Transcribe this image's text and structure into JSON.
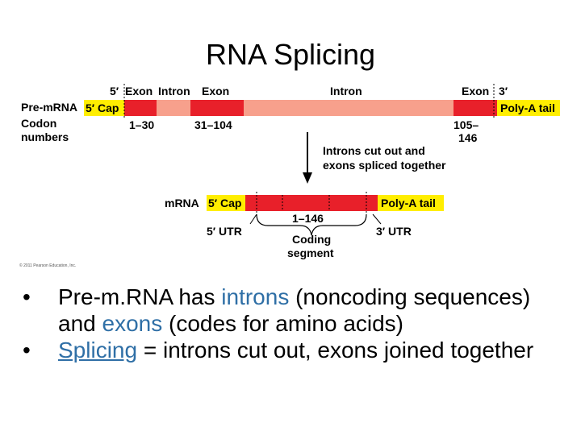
{
  "slide": {
    "title": "RNA Splicing"
  },
  "figure": {
    "pre_mrna": {
      "row_label": "Pre-mRNA",
      "codon_label_line1": "Codon",
      "codon_label_line2": "numbers",
      "five_prime_label": "5′",
      "three_prime_label": "3′",
      "top_labels": [
        "Exon",
        "Intron",
        "Exon",
        "Intron",
        "Exon"
      ],
      "cap": "5′ Cap",
      "tail": "Poly-A tail",
      "codon_numbers": [
        "1–30",
        "31–104",
        "105–",
        "146"
      ]
    },
    "arrow_caption_line1": "Introns cut out and",
    "arrow_caption_line2": "exons spliced together",
    "mrna": {
      "row_label": "mRNA",
      "cap": "5′ Cap",
      "tail": "Poly-A tail",
      "codon_range": "1–146",
      "utr5": "5′ UTR",
      "utr3": "3′ UTR",
      "coding_line1": "Coding",
      "coding_line2": "segment"
    },
    "copyright": "© 2011 Pearson Education, Inc.",
    "colors": {
      "cap_tail": "#ffee00",
      "exon": "#e8202a",
      "intron": "#f7a08c"
    }
  },
  "bullets": [
    {
      "symbol": "•",
      "p1": "Pre-m.RNA has ",
      "k1": "introns",
      "p2": " (noncoding sequences) and ",
      "k2": "exons",
      "p3": " (codes for amino acids)"
    },
    {
      "symbol": "•",
      "k1": "Splicing",
      "p2": " = introns cut out, exons joined together"
    }
  ]
}
